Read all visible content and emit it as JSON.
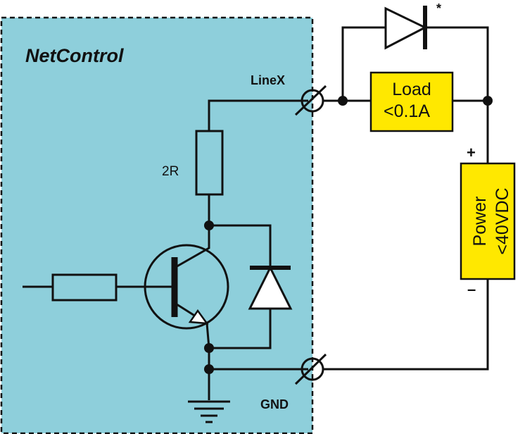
{
  "module": {
    "title": "NetControl",
    "fill_color": "#8ecfdb"
  },
  "labels": {
    "terminal_line": "LineX",
    "terminal_gnd": "GND",
    "resistor": "2R",
    "diode_note": "*",
    "plus": "+",
    "minus": "–"
  },
  "load_box": {
    "line1": "Load",
    "line2": "<0.1A",
    "fill_color": "#ffe800"
  },
  "power_box": {
    "line1": "Power",
    "line2": "<40VDC",
    "fill_color": "#ffe800"
  }
}
